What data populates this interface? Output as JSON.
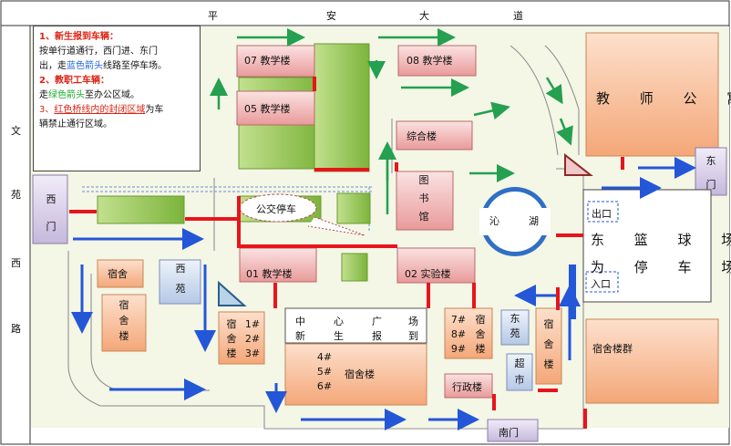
{
  "roads": {
    "top_chars": [
      "平",
      "安",
      "大",
      "道"
    ],
    "left_chars": [
      "文",
      "苑",
      "西",
      "路"
    ]
  },
  "notes": {
    "newstudent_title": "1、新生报到车辆：",
    "newstudent_line1": "按单行道通行，西门进、东门",
    "newstudent_line2_a": "出，走",
    "newstudent_line2_blue": "蓝色箭头",
    "newstudent_line2_b": "线路至停车场。",
    "staff_title": "2、教职工车辆：",
    "staff_line_a": "走",
    "staff_line_green": "绿色箭头",
    "staff_line_b": "至办公区域。",
    "closed_num": "3、",
    "closed_red": "红色桥线内的封闭区域",
    "closed_line_b": "为车",
    "closed_line2": "辆禁止通行区域。"
  },
  "buildings": {
    "b07": "07 教学楼",
    "b05": "05 教学楼",
    "b08": "08 教学楼",
    "zonghe": "综合楼",
    "library": [
      "图",
      "书",
      "馆"
    ],
    "b01": "01 教学楼",
    "b02": "02 实验楼",
    "xingzheng": "行政楼",
    "teacher_apt": "教 师 公 寓",
    "dorm_left": "宿舍",
    "dorm_left2": [
      "宿",
      "舍",
      "楼"
    ],
    "xiyuan": [
      "西",
      "苑"
    ],
    "dorm123": [
      "宿",
      "舍",
      "楼"
    ],
    "dorm123_nums": [
      "1#",
      "2#",
      "3#"
    ],
    "dorm789": [
      "7#",
      "8#",
      "9#"
    ],
    "dorm789_label": [
      "宿",
      "舍",
      "楼"
    ],
    "dongyuan": [
      "东",
      "苑"
    ],
    "supermarket": [
      "超",
      "市"
    ],
    "dorm_right": [
      "宿",
      "舍",
      "楼"
    ],
    "dorm_group": "宿舍楼群",
    "dorm456_nums": [
      "4#",
      "5#",
      "6#"
    ],
    "dorm456_label": "宿舍楼"
  },
  "plaza": {
    "line1": [
      "中",
      "心",
      "广",
      "场"
    ],
    "line2": [
      "新",
      "生",
      "报",
      "到"
    ]
  },
  "lake": [
    "沁",
    "湖"
  ],
  "bus_stop": "公交停车",
  "gates": {
    "west": [
      "西",
      "门"
    ],
    "east": [
      "东",
      "门"
    ],
    "south": "南门"
  },
  "court": {
    "exit": "出口",
    "entrance": "入口",
    "line1": "东 篮 球 场",
    "line2": "为 停 车 场"
  },
  "colors": {
    "building_pink": "#f4c4c4",
    "building_orange": "#f6b98e",
    "green_block": "#9ccb5c",
    "red_line": "#e8141c",
    "blue_arrow": "#2456d8",
    "green_arrow": "#24a050",
    "lake_blue": "#2f6fc4"
  }
}
